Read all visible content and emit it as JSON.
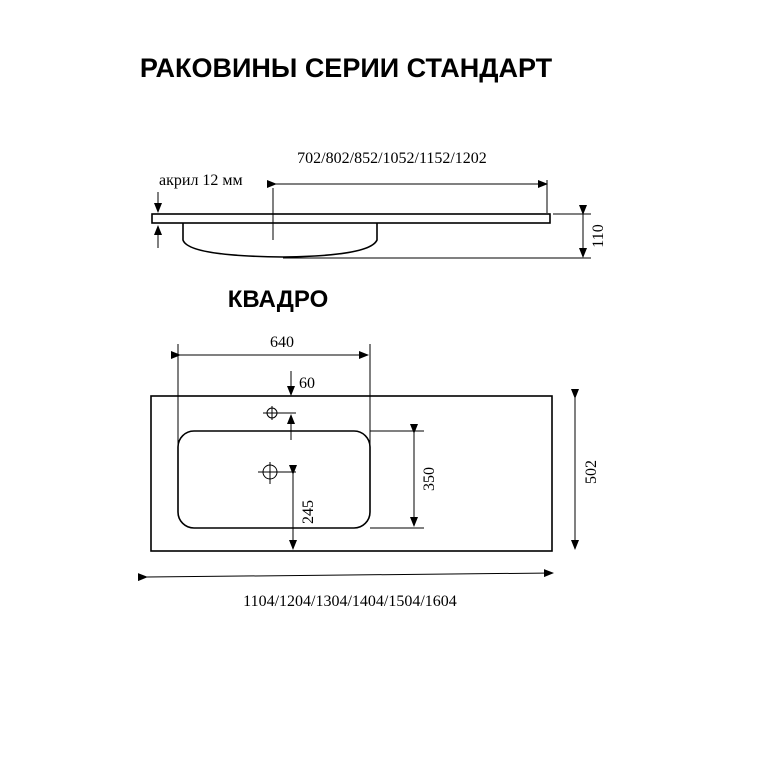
{
  "title": "РАКОВИНЫ СЕРИИ СТАНДАРТ",
  "side_view": {
    "top_width_label": "702/802/852/1052/1152/1202",
    "acrylic_label": "акрил 12 мм",
    "height_label": "110"
  },
  "top_view": {
    "model_label": "КВАДРО",
    "bowl_width_label": "640",
    "tap_offset_label": "60",
    "bowl_depth_label": "350",
    "drain_offset_label": "245",
    "depth_label": "502",
    "length_label": "1104/1204/1304/1404/1504/1604"
  }
}
